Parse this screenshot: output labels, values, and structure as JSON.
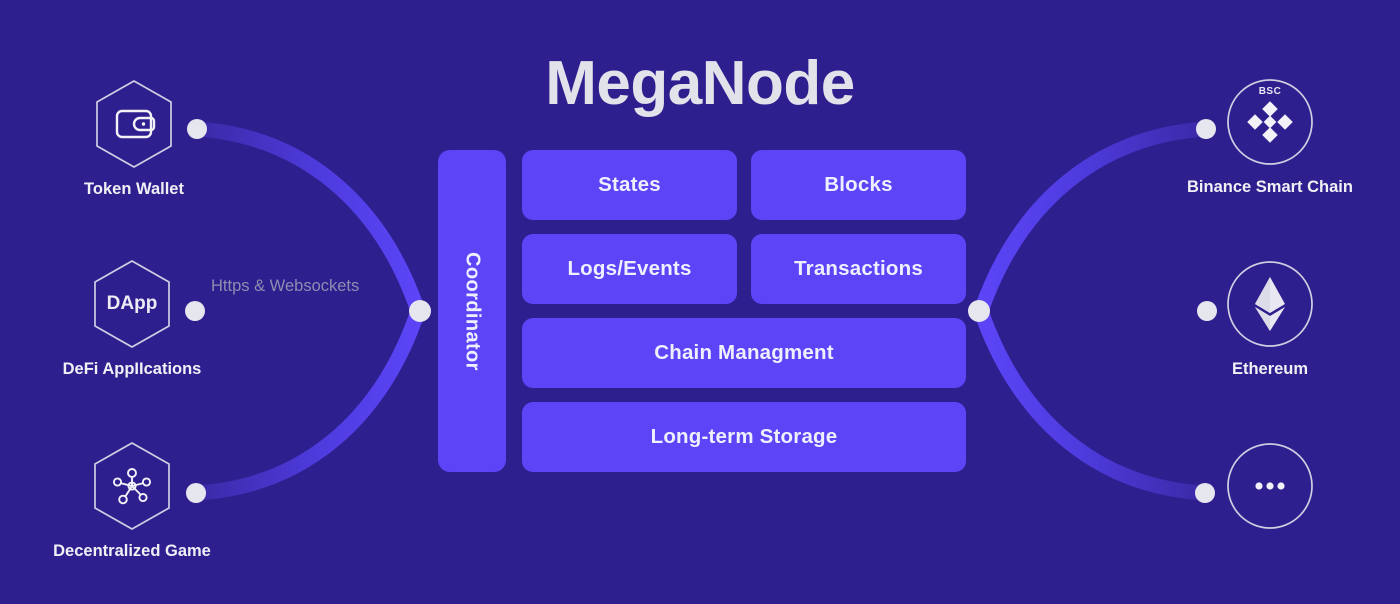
{
  "title": "MegaNode",
  "colors": {
    "background": "#2e1f8f",
    "module_fill": "#5b45f7",
    "wire_bright": "#5b45f7",
    "wire_dim": "#3b2ba8",
    "endpoint_dot": "#e6e6ee",
    "text_primary": "#f0f0f5",
    "text_title": "#e2e2ea",
    "text_muted": "#8d8db0"
  },
  "clients": [
    {
      "caption": "Token Wallet",
      "icon": "wallet-icon",
      "hex_label": ""
    },
    {
      "caption": "DeFi AppIIcations",
      "icon": "dapp-icon",
      "hex_label": "DApp"
    },
    {
      "caption": "Decentralized Game",
      "icon": "network-icon",
      "hex_label": ""
    }
  ],
  "wire_label": "Https & Websockets",
  "coordinator": {
    "label": "Coordinator"
  },
  "modules": {
    "rows": [
      {
        "cells": [
          {
            "label": "States"
          },
          {
            "label": "Blocks"
          }
        ]
      },
      {
        "cells": [
          {
            "label": "Logs/Events"
          },
          {
            "label": "Transactions"
          }
        ]
      },
      {
        "cells": [
          {
            "label": "Chain Managment"
          }
        ]
      },
      {
        "cells": [
          {
            "label": "Long-term Storage"
          }
        ]
      }
    ]
  },
  "chains": [
    {
      "caption": "Binance Smart Chain",
      "icon": "bsc-logo-icon",
      "badge": "BSC"
    },
    {
      "caption": "Ethereum",
      "icon": "ethereum-logo-icon",
      "badge": ""
    },
    {
      "caption": "",
      "icon": "ellipsis-icon",
      "badge": ""
    }
  ]
}
